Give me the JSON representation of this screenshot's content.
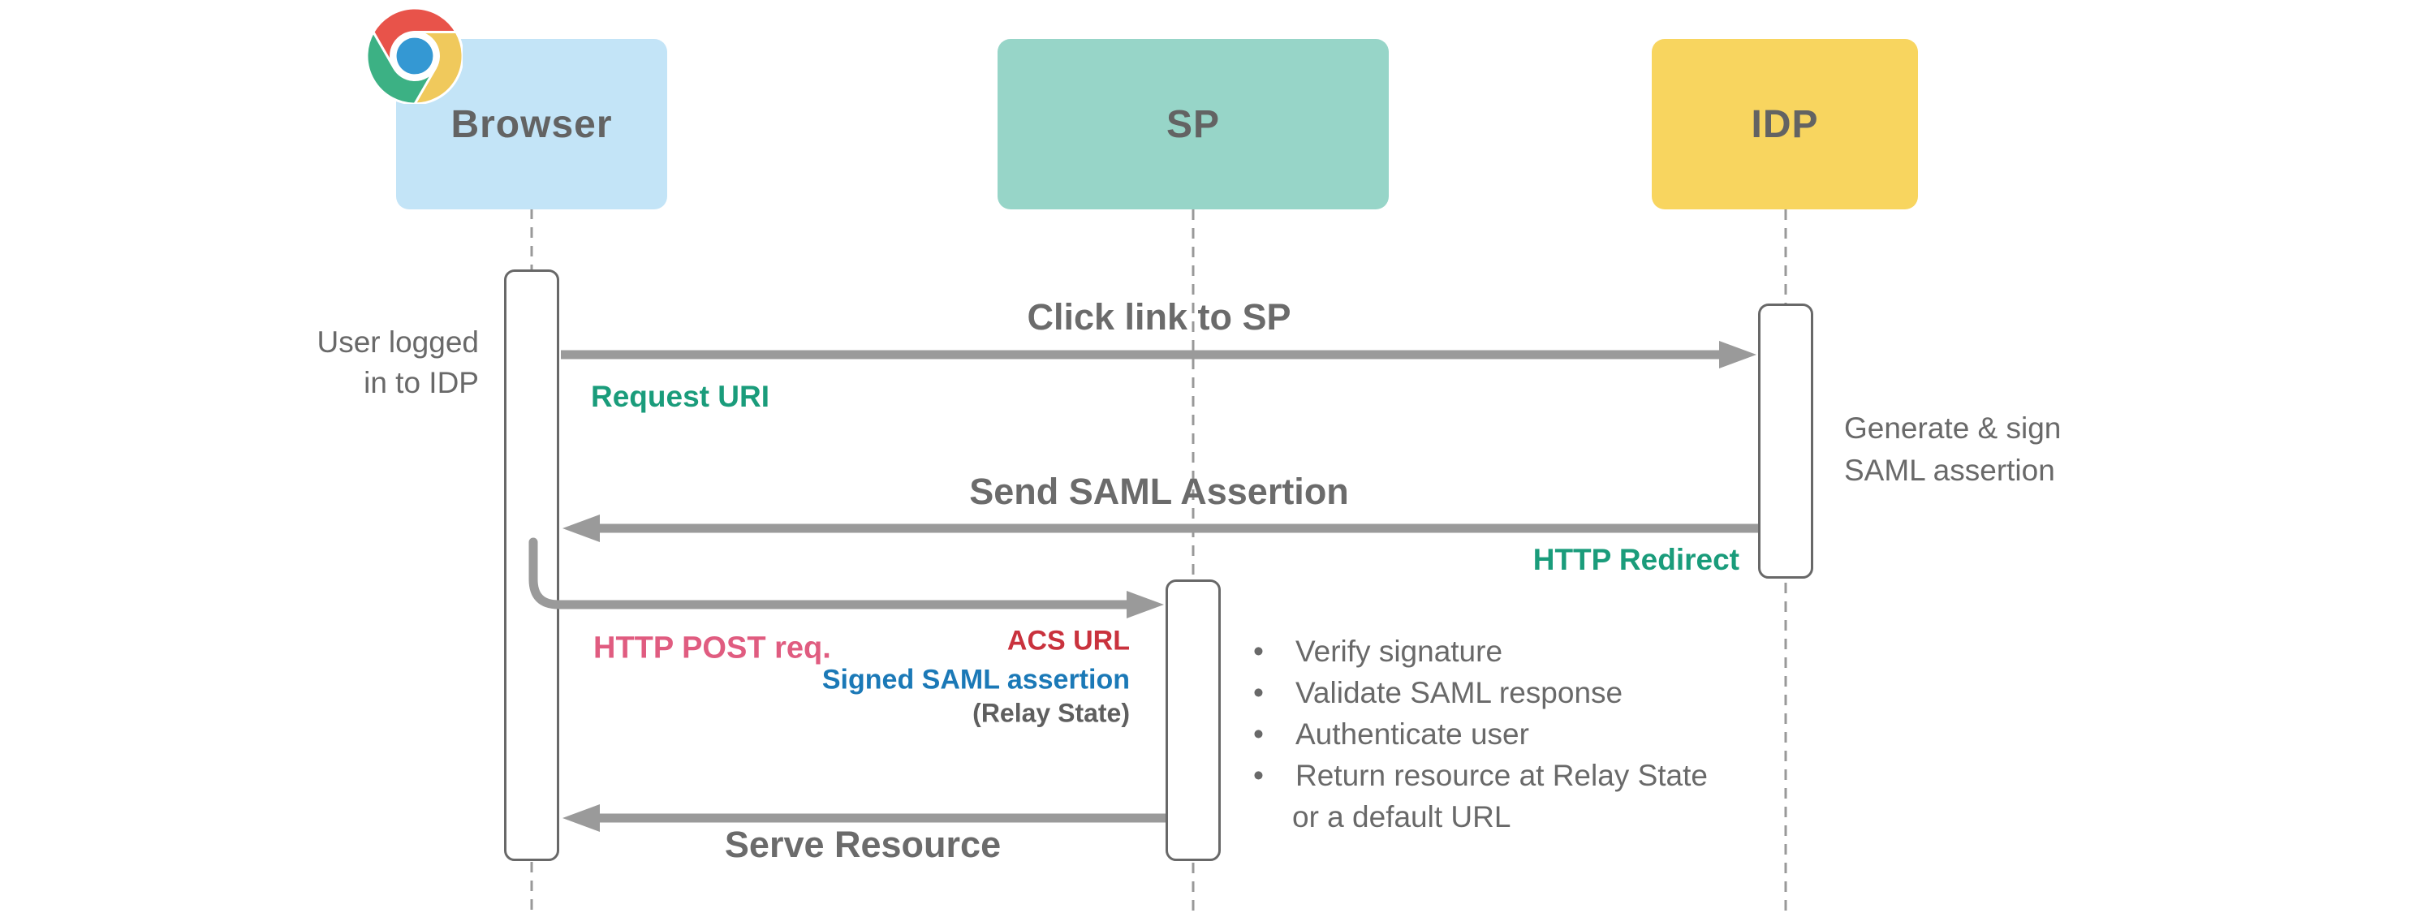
{
  "actors": {
    "browser": {
      "label": "Browser",
      "fill": "#c3e4f7"
    },
    "sp": {
      "label": "SP",
      "fill": "#97d5c8"
    },
    "idp": {
      "label": "IDP",
      "fill": "#f8d55f"
    }
  },
  "icons": {
    "chrome": "chrome-browser-logo",
    "bullet_char": "•"
  },
  "messages": {
    "click_link": {
      "label": "Click link to SP",
      "from": "Browser",
      "to": "IDP"
    },
    "request_uri": {
      "label": "Request URI",
      "color": "#1a9c7b"
    },
    "send_assertion": {
      "label": "Send SAML Assertion",
      "from": "IDP",
      "to": "Browser"
    },
    "http_redirect": {
      "label": "HTTP Redirect",
      "color": "#1a9c7b"
    },
    "http_post": {
      "label": "HTTP POST req.",
      "color": "#e05c80",
      "from": "Browser",
      "to": "SP"
    },
    "acs_url": {
      "label": "ACS URL",
      "color": "#c9323d"
    },
    "signed_assertion": {
      "label": "Signed SAML assertion",
      "color": "#1b79b7"
    },
    "relay_state": {
      "label": "(Relay State)",
      "color": "#5f5f5f"
    },
    "serve_resource": {
      "label": "Serve Resource",
      "from": "SP",
      "to": "Browser"
    }
  },
  "notes": {
    "user_logged": {
      "line1": "User logged",
      "line2": "in to IDP"
    },
    "generate_sign": {
      "line1": "Generate & sign",
      "line2": "SAML assertion"
    },
    "sp_steps": {
      "items": [
        "Verify signature",
        "Validate SAML response",
        "Authenticate user",
        "Return resource at Relay State"
      ],
      "continuation": "or a default URL"
    }
  },
  "colors": {
    "arrow": "#9a9a9a",
    "lifeline": "#999999",
    "activation_border": "#686868",
    "label_gray": "#6b6b6b",
    "actor_text": "#636363"
  }
}
